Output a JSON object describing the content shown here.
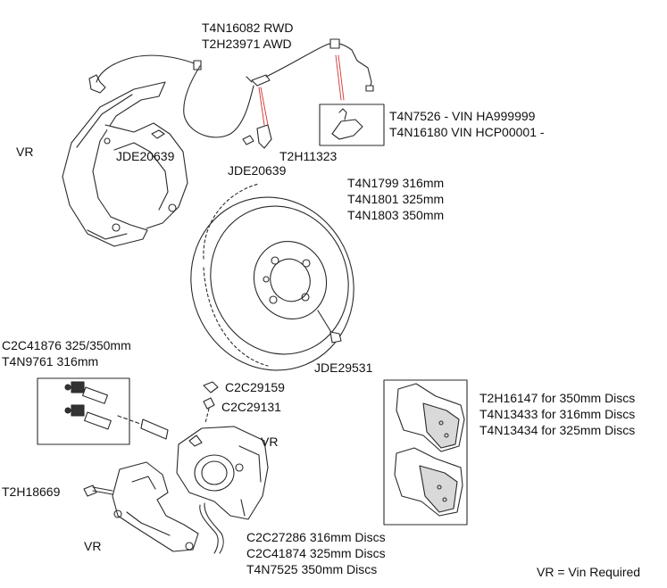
{
  "labels": {
    "sensor_rwd": "T4N16082 RWD",
    "sensor_awd": "T2H23971 AWD",
    "bracket_vin_a": "T4N7526 - VIN HA999999",
    "bracket_vin_b": "T4N16180 VIN HCP00001 -",
    "vr_shield": "VR",
    "bolt_shield": "JDE20639",
    "bolt_clip": "JDE20639",
    "clip_part": "T2H11323",
    "disc_316": "T4N1799 316mm",
    "disc_325": "T4N1801 325mm",
    "disc_350": "T4N1803 350mm",
    "disc_screw": "JDE29531",
    "pin_kit_325_350": "C2C41876 325/350mm",
    "pin_kit_316": "T4N9761 316mm",
    "bleed_cap": "C2C29159",
    "bleed_screw": "C2C29131",
    "vr_caliper": "VR",
    "caliper_bolt": "T2H18669",
    "vr_carrier": "VR",
    "hose_316": "C2C27286 316mm Discs",
    "hose_325": "C2C41874 325mm Discs",
    "hose_350": "T4N7525 350mm Discs",
    "pads_350": "T2H16147 for 350mm Discs",
    "pads_316": "T4N13433 for 316mm Discs",
    "pads_325": "T4N13434 for 325mm Discs",
    "legend": "VR = Vin Required"
  },
  "colors": {
    "line": "#2a2a2a",
    "leader_red": "#d23030",
    "part_fill": "#ffffff",
    "part_shade": "#d9d9d9"
  }
}
